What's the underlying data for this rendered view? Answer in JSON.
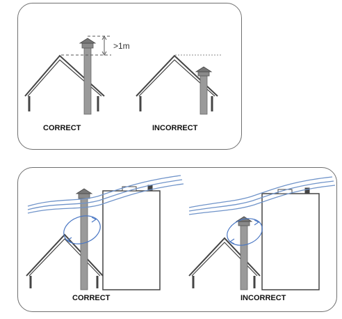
{
  "panel_top": {
    "measure_label": ">1m",
    "left_caption": "CORRECT",
    "right_caption": "INCORRECT"
  },
  "panel_bottom": {
    "left_caption": "CORRECT",
    "right_caption": "INCORRECT"
  },
  "colors": {
    "roof_line": "#444444",
    "flue_pipe": "#9a9a9a",
    "wind_lines": "#6f93c9",
    "eddy_arrow": "#4a77c4",
    "panel_border": "#6f6f6f"
  }
}
